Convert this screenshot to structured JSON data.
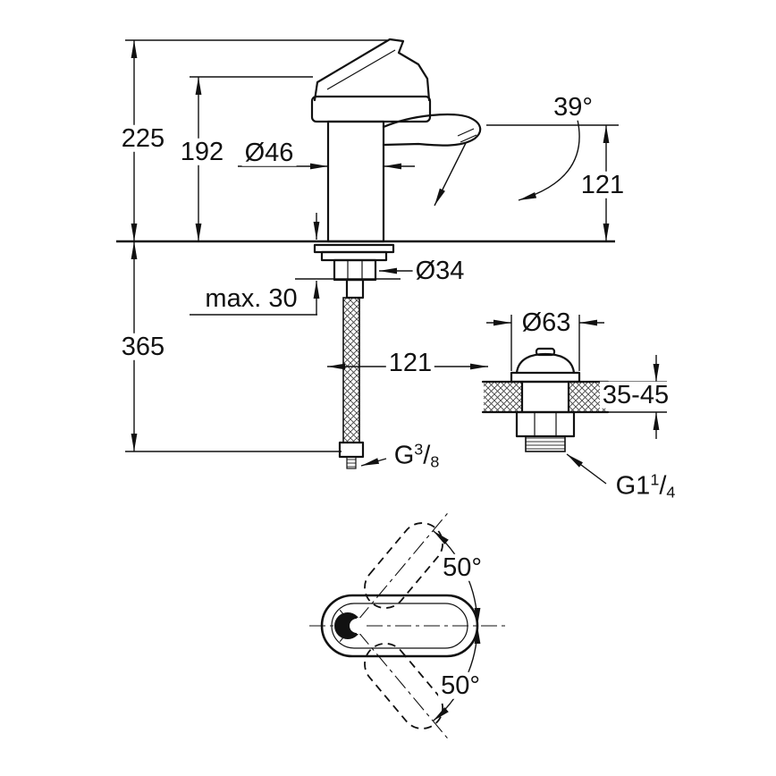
{
  "drawing": {
    "labels": {
      "height_total": "225",
      "height_to_handle_base": "192",
      "body_diameter": "Ø46",
      "spray_angle": "39°",
      "outlet_height": "121",
      "shank_diameter": "Ø34",
      "max_mounting_thickness": "max. 30",
      "hose_length": "365",
      "axis_distance": "121",
      "waste_flange_diameter": "Ø63",
      "waste_mounting_range": "35-45",
      "handle_swing_upper": "50°",
      "handle_swing_lower": "50°"
    },
    "threads": {
      "supply": {
        "prefix": "G",
        "numerator": "3",
        "slash": "/",
        "denominator": "8"
      },
      "waste": {
        "prefix": "G1",
        "numerator": "1",
        "slash": "/",
        "denominator": "4"
      }
    },
    "colors": {
      "line": "#111111",
      "background": "#ffffff"
    }
  }
}
